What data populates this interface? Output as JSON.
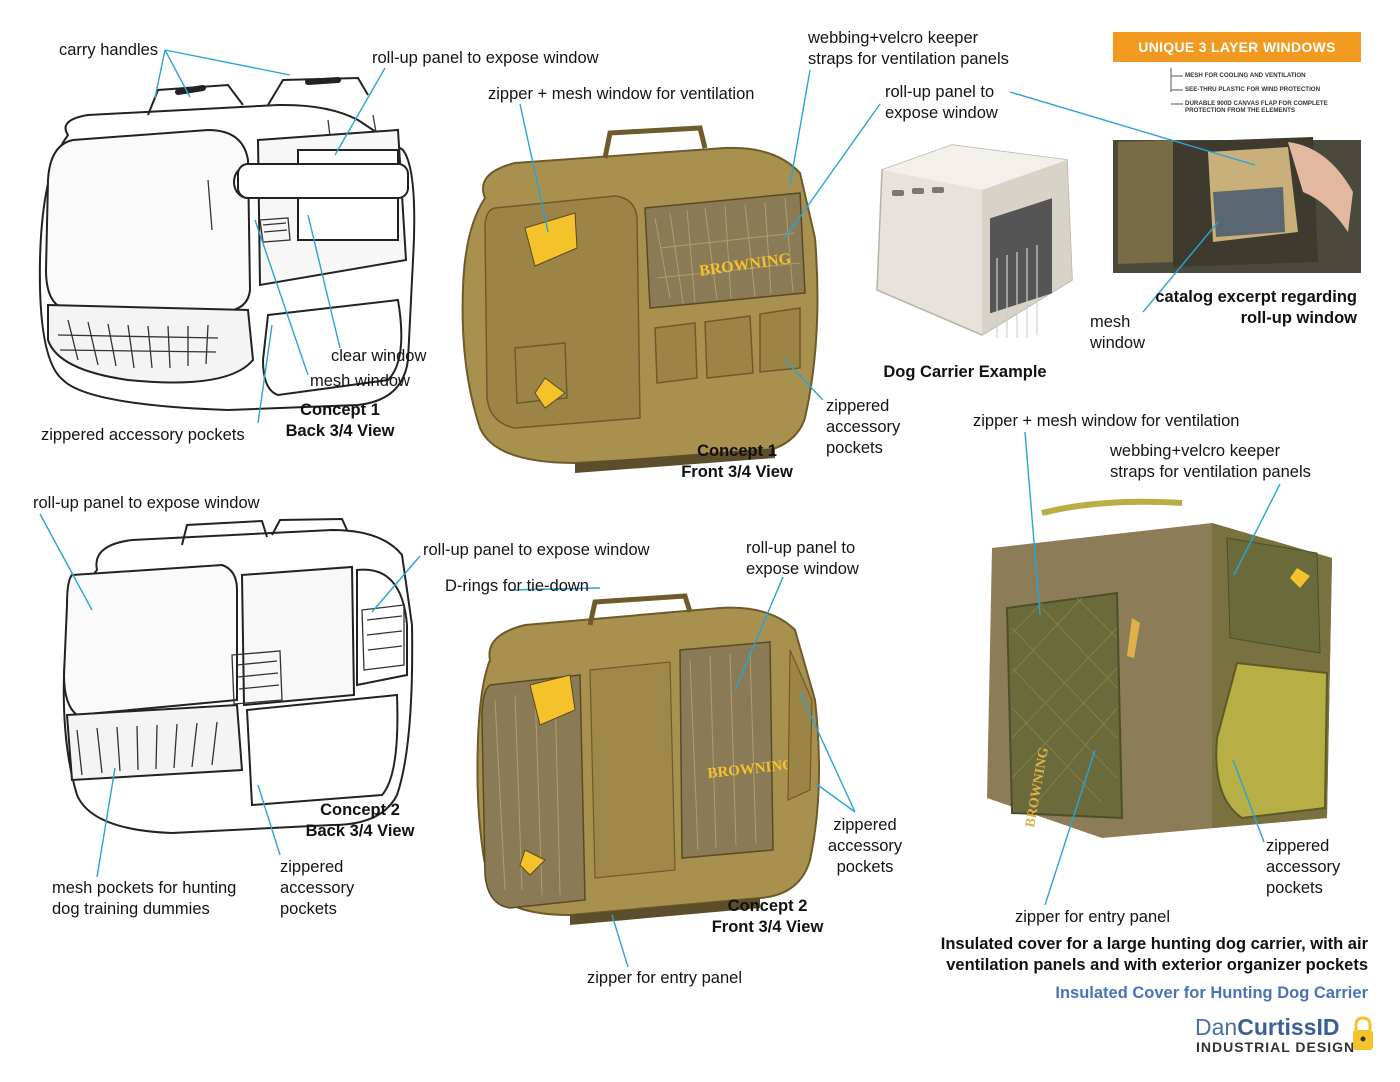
{
  "labels": {
    "carry_handles": "carry handles",
    "rollup_c1_back": "roll-up panel to expose window",
    "zipper_mesh_c1": "zipper + mesh window for ventilation",
    "webbing_c1": [
      "webbing+velcro keeper",
      "straps for ventilation panels"
    ],
    "rollup_c1_front": [
      "roll-up panel to",
      "expose window"
    ],
    "clear_window": "clear window",
    "mesh_window": "mesh window",
    "pockets_c1_back": "zippered accessory pockets",
    "pockets_c1_front": [
      "zippered",
      "accessory",
      "pockets"
    ],
    "mesh_catalog": [
      "mesh",
      "window"
    ],
    "zipper_mesh_final": "zipper + mesh window for ventilation",
    "webbing_final": [
      "webbing+velcro keeper",
      "straps for ventilation panels"
    ],
    "rollup_c2_back": "roll-up panel to expose window",
    "rollup_c2_side": "roll-up panel to expose window",
    "drings": "D-rings for tie-down",
    "rollup_c2_front": [
      "roll-up panel to",
      "expose window"
    ],
    "mesh_pockets": [
      "mesh pockets for hunting",
      "dog training dummies"
    ],
    "pockets_c2_back": [
      "zippered",
      "accessory",
      "pockets"
    ],
    "pockets_c2_front": [
      "zippered",
      "accessory",
      "pockets"
    ],
    "zipper_entry_c2": "zipper for entry panel",
    "zipper_entry_final": "zipper for entry panel",
    "pockets_final": [
      "zippered",
      "accessory",
      "pockets"
    ]
  },
  "captions": {
    "c1_back": [
      "Concept 1",
      "Back 3/4 View"
    ],
    "c1_front": [
      "Concept 1",
      "Front 3/4 View"
    ],
    "dog_carrier": "Dog Carrier Example",
    "catalog": [
      "catalog excerpt regarding",
      "roll-up window"
    ],
    "c2_back": [
      "Concept 2",
      "Back 3/4 View"
    ],
    "c2_front": [
      "Concept 2",
      "Front 3/4 View"
    ],
    "final": [
      "Insulated cover for a large hunting dog carrier, with air",
      "ventilation panels and with exterior organizer pockets"
    ]
  },
  "catalog_panel": {
    "heading": "UNIQUE 3 LAYER WINDOWS",
    "notes": [
      "MESH FOR COOLING AND VENTILATION",
      "SEE-THRU PLASTIC FOR WIND PROTECTION",
      "DURABLE 900D CANVAS FLAP FOR COMPLETE",
      "PROTECTION FROM THE ELEMENTS"
    ]
  },
  "brand_mark": "BROWNING",
  "footer": {
    "title": "Insulated Cover for Hunting Dog Carrier",
    "logo_first": "Dan",
    "logo_second": "CurtissID",
    "logo_sub": "INDUSTRIAL DESIGN"
  },
  "colors": {
    "leader": "#2aa3d8",
    "canvas": "#a8904f",
    "canvas_dark": "#7d6a38",
    "camo": "#8a7a55",
    "accent": "#f4c22b",
    "orange": "#f29a1f",
    "final_green": "#6a6a3a",
    "final_yellow": "#b7ae45"
  },
  "icons": {
    "logo": "padlock-icon",
    "brand": "buck-logo-icon"
  }
}
